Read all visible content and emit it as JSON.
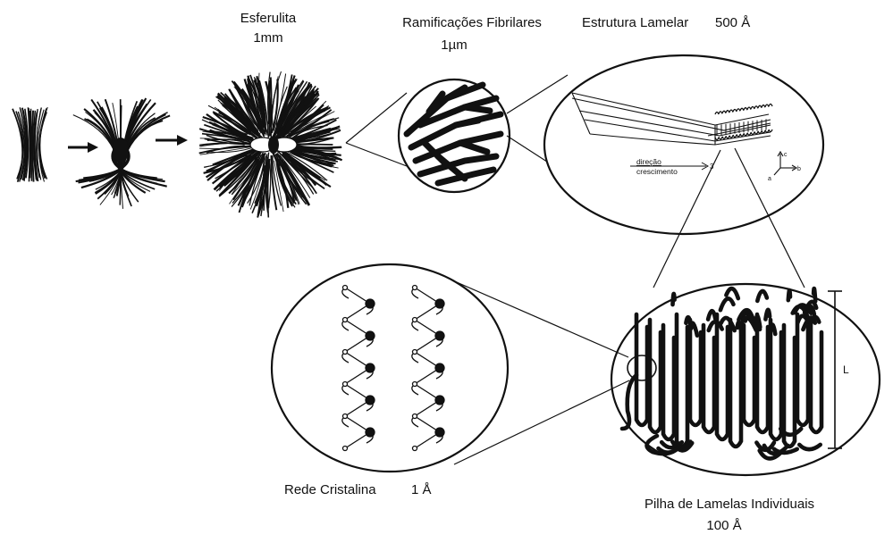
{
  "labels": {
    "spherulite_title": "Esferulita",
    "spherulite_scale": "1mm",
    "fibrils_title": "Ramificações Fibrilares",
    "fibrils_scale": "1µm",
    "lamellar_title": "Estrutura Lamelar",
    "lamellar_scale": "500 Å",
    "lattice_title": "Rede Cristalina",
    "lattice_scale": "1 Å",
    "stack_title": "Pilha de Lamelas Individuais",
    "stack_scale": "100 Å",
    "growth_direction_line1": "direção",
    "growth_direction_line2": "crescimento",
    "growth_direction_num": "3",
    "thickness_label": "L",
    "axis_c": "c",
    "axis_b": "b",
    "axis_a": "a"
  },
  "colors": {
    "ink": "#111111",
    "background": "#ffffff"
  }
}
